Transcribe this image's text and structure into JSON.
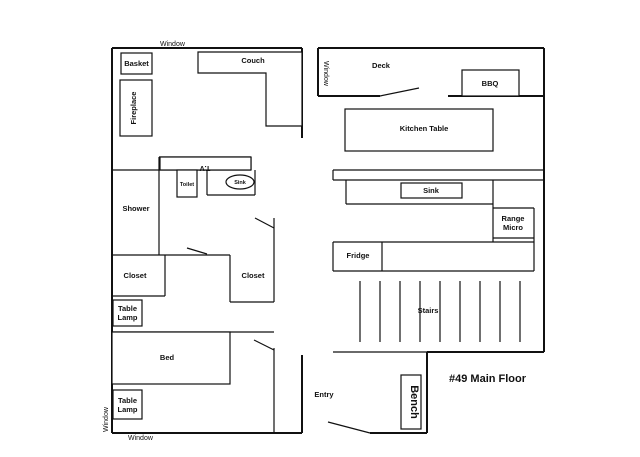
{
  "title": "#49 Main Floor",
  "labels": {
    "window_top": "Window",
    "window_bottom": "Window",
    "window_right": "Window",
    "window_left": "Window",
    "basket": "Basket",
    "couch": "Couch",
    "fireplace": "Fireplace",
    "tv": "T.V",
    "toilet": "Toilet",
    "sink_bath": "Sink",
    "shower": "Shower",
    "closet_left": "Closet",
    "closet_right": "Closet",
    "table_lamp_1_a": "Table",
    "table_lamp_1_b": "Lamp",
    "bed": "Bed",
    "table_lamp_2_a": "Table",
    "table_lamp_2_b": "Lamp",
    "deck": "Deck",
    "bbq": "BBQ",
    "kitchen_table": "Kitchen Table",
    "sink_kitchen": "Sink",
    "range_a": "Range",
    "range_b": "Micro",
    "fridge": "Fridge",
    "stairs": "Stairs",
    "entry": "Entry",
    "bench": "Bench"
  }
}
